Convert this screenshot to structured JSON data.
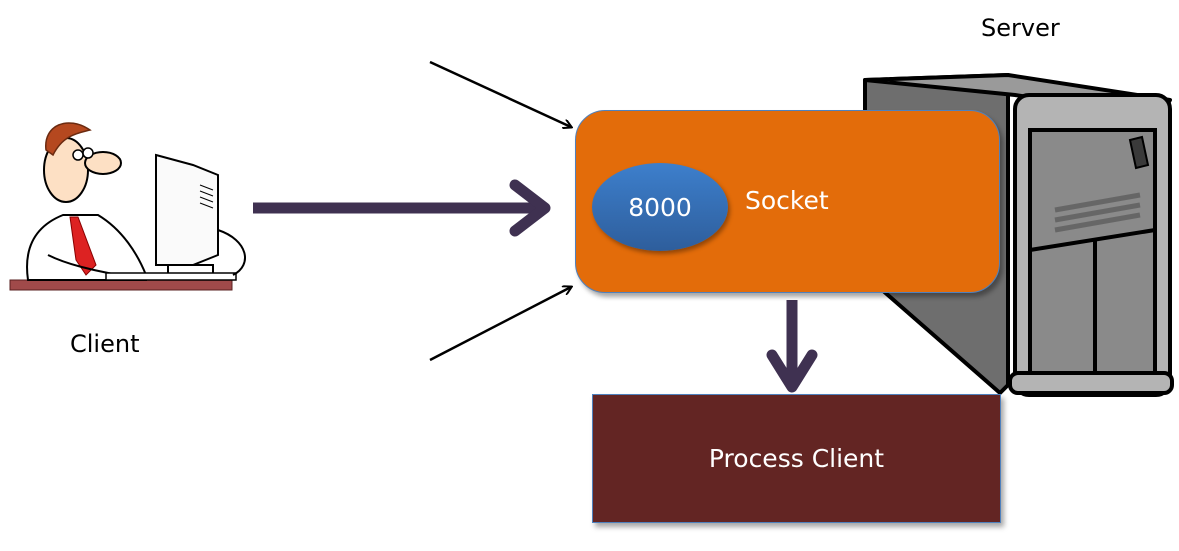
{
  "diagram": {
    "title": "Client-Server Socket Connection",
    "client": {
      "label": "Client",
      "icon": "person-at-computer-icon"
    },
    "server": {
      "label": "Server",
      "icon": "server-tower-icon"
    },
    "socket": {
      "label": "Socket",
      "port": "8000"
    },
    "process": {
      "label": "Process Client"
    },
    "colors": {
      "socket_fill": "#e36c0a",
      "port_fill": "#3a74bf",
      "process_fill": "#632523",
      "main_arrow": "#3f3151",
      "thin_arrow": "#000000"
    },
    "edges": [
      {
        "from": "client",
        "to": "socket",
        "style": "thick"
      },
      {
        "from": "other-client-1",
        "to": "socket",
        "style": "thin"
      },
      {
        "from": "other-client-2",
        "to": "socket",
        "style": "thin"
      },
      {
        "from": "socket",
        "to": "process",
        "style": "thick"
      }
    ]
  }
}
